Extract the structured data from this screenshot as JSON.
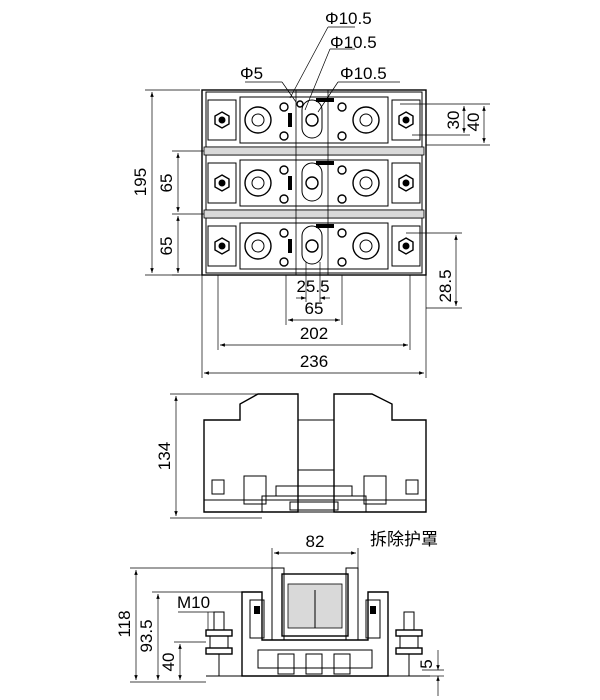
{
  "top_view": {
    "holes": {
      "d1": "Φ10.5",
      "d2": "Φ10.5",
      "d3": "Φ10.5",
      "small": "Φ5"
    },
    "dims": {
      "overall_height": "195",
      "pitch_1": "65",
      "pitch_2": "65",
      "right_30": "30",
      "right_40": "40",
      "right_28_5": "28.5",
      "center_25_5": "25.5",
      "center_65": "65",
      "width_202": "202",
      "width_236": "236"
    }
  },
  "side_view": {
    "dims": {
      "height": "134"
    }
  },
  "cover_removed_view": {
    "caption": "拆除护罩",
    "thread": "M10",
    "dims": {
      "width_82": "82",
      "height_118": "118",
      "height_93_5": "93.5",
      "height_40": "40",
      "right_5": "5"
    }
  }
}
